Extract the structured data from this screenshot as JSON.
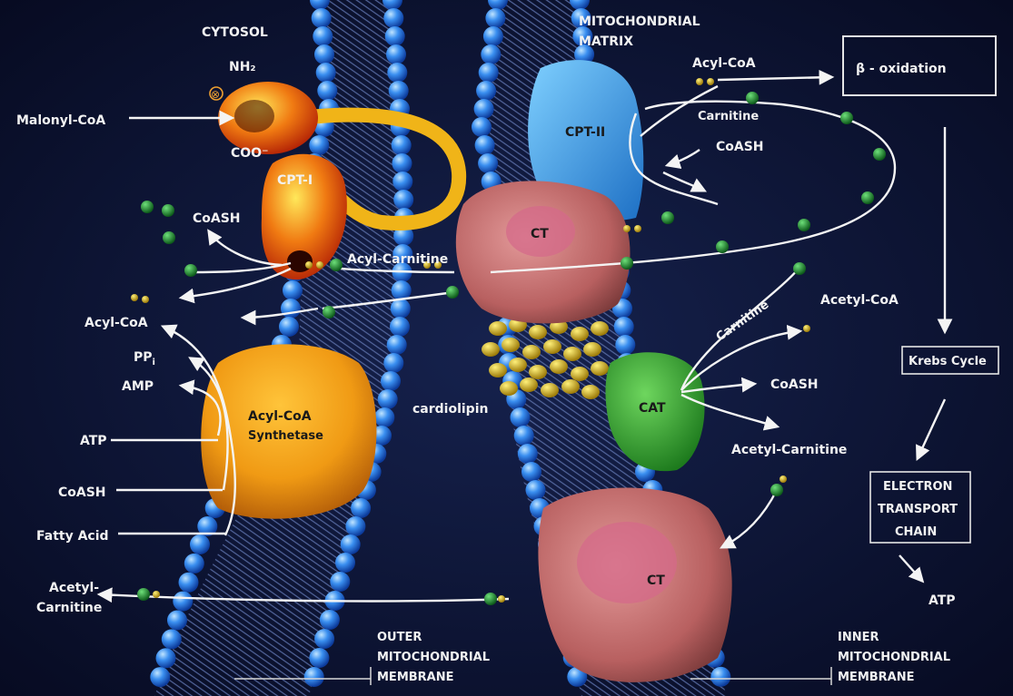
{
  "regions": {
    "cytosol": "CYTOSOL",
    "matrix_line1": "MITOCHONDRIAL",
    "matrix_line2": "MATRIX",
    "outer_membrane": [
      "OUTER",
      "MITOCHONDRIAL",
      "MEMBRANE"
    ],
    "inner_membrane": [
      "INNER",
      "MITOCHONDRIAL",
      "MEMBRANE"
    ]
  },
  "enzymes": {
    "cpt1": "CPT-I",
    "cpt2": "CPT-II",
    "ct_upper": "CT",
    "ct_lower": "CT",
    "cat": "CAT",
    "synthetase_line1": "Acyl-CoA",
    "synthetase_line2": "Synthetase"
  },
  "cytosol_labels": {
    "nh2": "NH₂",
    "coo": "COO⁻",
    "malonyl_coa": "Malonyl-CoA",
    "coash": "CoASH",
    "acyl_carnitine": "Acyl-Carnitine",
    "acyl_coa": "Acyl-CoA",
    "ppi": "PP",
    "ppi_sub": "i",
    "amp": "AMP",
    "atp": "ATP",
    "coash2": "CoASH",
    "fatty_acid": "Fatty Acid",
    "acetyl_carnitine_l1": "Acetyl-",
    "acetyl_carnitine_l2": "Carnitine",
    "inhibit_mark": "⊗"
  },
  "membrane_labels": {
    "cardiolipin": "cardiolipin"
  },
  "matrix_labels": {
    "acyl_coa": "Acyl-CoA",
    "carnitine": "Carnitine",
    "coash": "CoASH",
    "carnitine2": "Carnitine",
    "acetyl_coa": "Acetyl-CoA",
    "coash2": "CoASH",
    "acetyl_carnitine": "Acetyl-Carnitine"
  },
  "pathway": {
    "beta_oxidation": "β - oxidation",
    "krebs": "Krebs Cycle",
    "etc_line1": "ELECTRON",
    "etc_line2": "TRANSPORT",
    "etc_line3": "CHAIN",
    "atp": "ATP"
  },
  "colors": {
    "background": "#0b1230",
    "membrane_blue": "#2f7fe0",
    "cpt1_orange": "#f07a12",
    "synthetase_orange": "#f0a020",
    "cpt2_blue": "#3fa8e8",
    "ct_pink": "#c96a6a",
    "cat_green": "#2f9a2f",
    "carnitine_green": "#1e8a2a",
    "cardiolipin_gold": "#d8b820"
  }
}
